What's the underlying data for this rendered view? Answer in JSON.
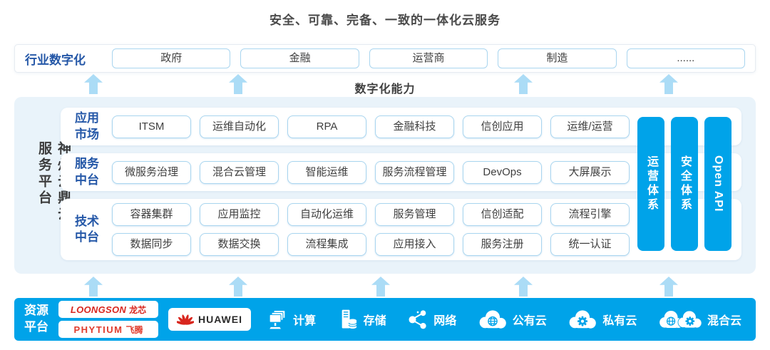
{
  "title": "安全、可靠、完备、一致的一体化云服务",
  "capability_label": "数字化能力",
  "industry": {
    "label": "行业数字化",
    "items": [
      "政府",
      "金融",
      "运营商",
      "制造",
      "......"
    ]
  },
  "platform": {
    "side_label": "神州云鼎云服务平台",
    "rows": [
      {
        "label": "应用市场",
        "items": [
          "ITSM",
          "运维自动化",
          "RPA",
          "金融科技",
          "信创应用",
          "运维/运营"
        ]
      },
      {
        "label": "服务中台",
        "items": [
          "微服务治理",
          "混合云管理",
          "智能运维",
          "服务流程管理",
          "DevOps",
          "大屏展示"
        ]
      },
      {
        "label": "技术中台",
        "items_row1": [
          "容器集群",
          "应用监控",
          "自动化运维",
          "服务管理",
          "信创适配",
          "流程引擎"
        ],
        "items_row2": [
          "数据同步",
          "数据交换",
          "流程集成",
          "应用接入",
          "服务注册",
          "统一认证"
        ]
      }
    ],
    "pillars": [
      "运营体系",
      "安全体系",
      "Open API"
    ]
  },
  "resources": {
    "label": "资源平台",
    "vendors": {
      "loongson": {
        "latin": "LOONGSON",
        "cn": "龙芯"
      },
      "phytium": {
        "latin": "PHYTIUM",
        "cn": "飞腾"
      },
      "huawei": "HUAWEI"
    },
    "items": [
      {
        "icon": "compute-icon",
        "label": "计算"
      },
      {
        "icon": "storage-icon",
        "label": "存储"
      },
      {
        "icon": "network-icon",
        "label": "网络"
      },
      {
        "icon": "public-cloud-icon",
        "label": "公有云"
      },
      {
        "icon": "private-cloud-icon",
        "label": "私有云"
      },
      {
        "icon": "hybrid-cloud-icon",
        "label": "混合云"
      }
    ]
  },
  "colors": {
    "accent_blue": "#00a3e9",
    "panel_light_blue": "#e9f3fa",
    "arrow_blue": "#abdcf6",
    "box_border_blue": "#a9d5ef",
    "label_blue": "#2457a7",
    "vendor_red": "#d8261e",
    "text_dark": "#3f3f3f"
  }
}
